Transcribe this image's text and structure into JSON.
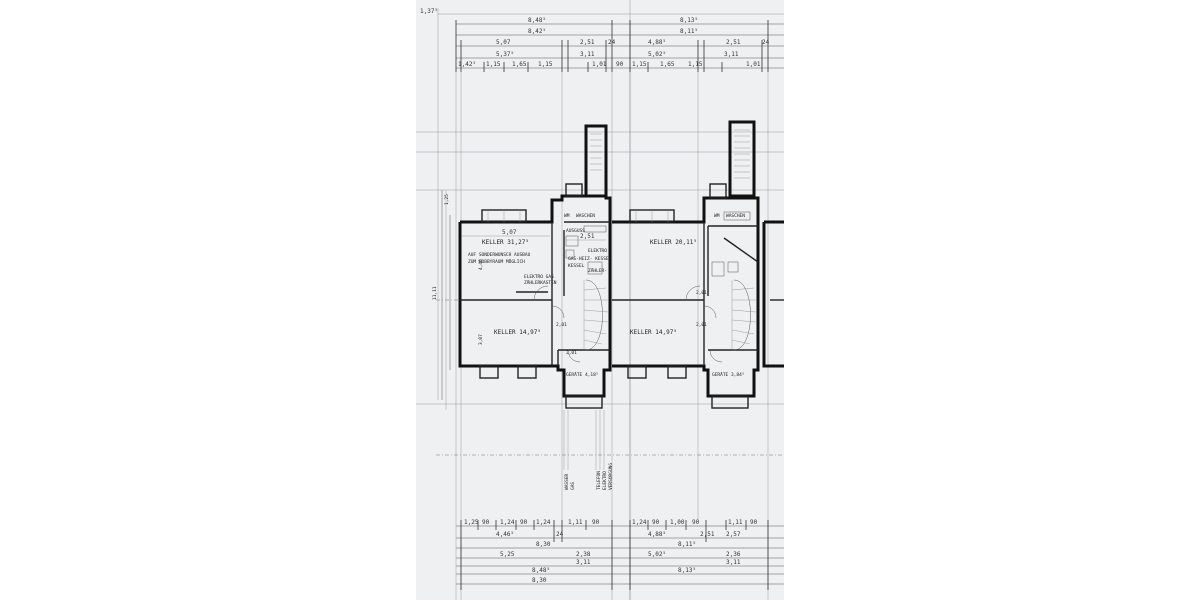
{
  "top_dims": {
    "row1": [
      "8,48⁵",
      "8,13⁵"
    ],
    "row2": [
      "8,42⁵",
      "8,11⁵"
    ],
    "row3": [
      "5,07",
      "2,51",
      "24",
      "4,88⁵",
      "2,51",
      "24"
    ],
    "row4": [
      "5,37⁵",
      "3,11",
      "5,02⁵",
      "3,11"
    ],
    "row5": [
      "1,42⁵",
      "1,15",
      "1,65",
      "1,15",
      "1,01",
      "90",
      "1,15",
      "1,65",
      "1,15",
      "1,01"
    ],
    "left_mark": "1,37⁵"
  },
  "rooms": {
    "keller_large_left": "KELLER 31,27⁵",
    "keller_large_right": "KELLER 20,11⁵",
    "keller_small_left": "KELLER 14,97⁵",
    "keller_small_right": "KELLER 14,97⁵",
    "waschen_left": "WASCHEN",
    "waschen_right": "WASCHEN",
    "geraete_left": "GERÄTE 4,18⁵",
    "geraete_right": "GERÄTE 3,84⁵",
    "wm_left": "WM",
    "wm_right": "WM"
  },
  "notes": {
    "ausbau_line1": "AUF SONDERWUNSCH AUSBAU",
    "ausbau_line2": "ZUM HOBBYRAUM MÖGLICH",
    "ausguss": "AUSGUSS",
    "elektro": "ELEKTRO",
    "kessel": "KESSEL",
    "kessel_label": "GAS-HEIZ- KESSEL",
    "zaehler": "ZÄHLER-",
    "gas_elektro": "ELEKTRO GAS",
    "zaehlerkasten": "ZÄHLERKASTEN"
  },
  "side_dims": {
    "left_vertical": "11,11",
    "left_a": "3,07",
    "left_b": "4,46",
    "left_c": "1,25"
  },
  "interior_dims": [
    "5,07",
    "2,51",
    "2,01",
    "2,01",
    "2,01",
    "2,01"
  ],
  "utility_labels": {
    "wasser": "WASSER",
    "gas": "GAS",
    "telefon": "TELEFON",
    "elektro": "ELEKTRO",
    "versorgung": "VERSORGUNG"
  },
  "bottom_dims": {
    "row1": [
      "1,25",
      "90",
      "1,24",
      "90",
      "1,24",
      "1,11",
      "90",
      "1,24",
      "90",
      "1,00",
      "90",
      "1,11",
      "90"
    ],
    "row2": [
      "4,46⁵",
      "24",
      "4,88⁵",
      "2,51",
      "2,57"
    ],
    "row3": [
      "8,30",
      "8,11⁵"
    ],
    "row4": [
      "5,25",
      "2,38",
      "5,02⁵",
      "2,36"
    ],
    "row5": [
      "3,11",
      "3,11"
    ],
    "row6": [
      "8,48⁵",
      "8,13⁵"
    ],
    "row7": [
      "8,30"
    ]
  }
}
